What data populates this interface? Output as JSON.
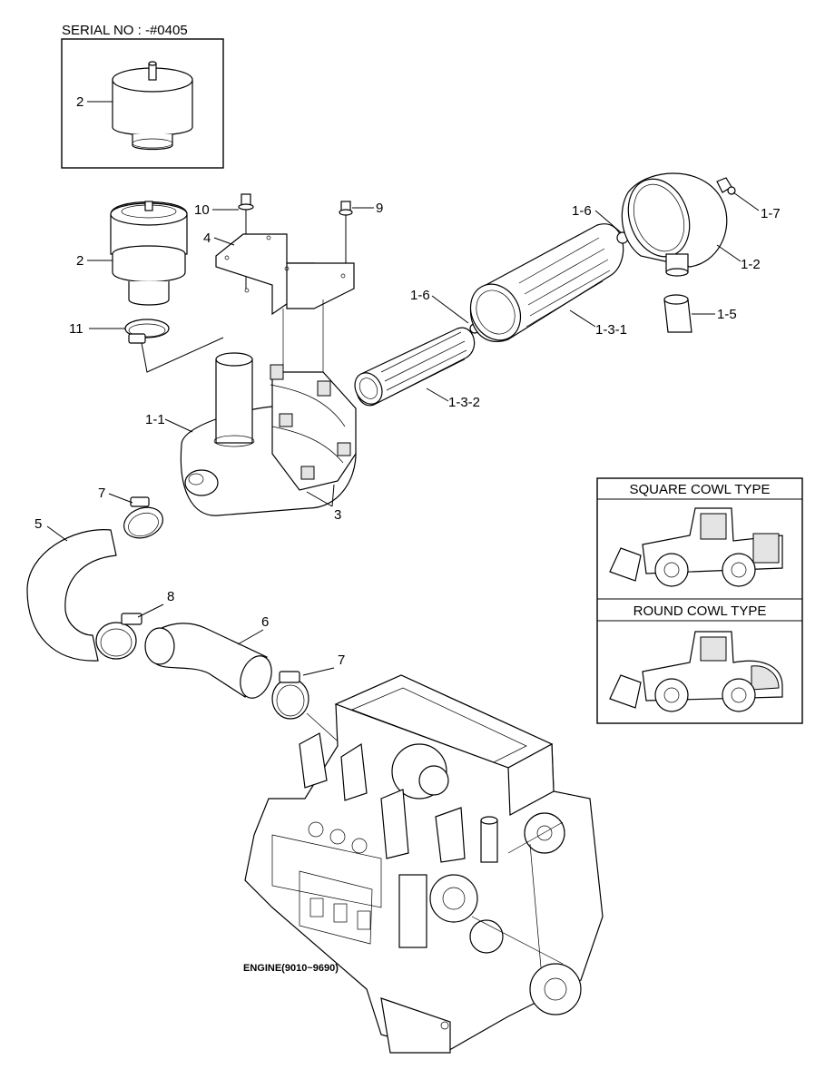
{
  "serial_label": "SERIAL NO : -#0405",
  "engine_label": "ENGINE(9010~9690)",
  "cowl_types": {
    "square": "SQUARE COWL TYPE",
    "round": "ROUND COWL TYPE"
  },
  "callouts": {
    "c2_inset": "2",
    "c2": "2",
    "c10": "10",
    "c9": "9",
    "c4": "4",
    "c11": "11",
    "c1_1": "1-1",
    "c3": "3",
    "c7_a": "7",
    "c5": "5",
    "c8": "8",
    "c6": "6",
    "c7_b": "7",
    "c1_6_a": "1-6",
    "c1_6_b": "1-6",
    "c1_3_1": "1-3-1",
    "c1_3_2": "1-3-2",
    "c1_7": "1-7",
    "c1_2": "1-2",
    "c1_5": "1-5"
  }
}
